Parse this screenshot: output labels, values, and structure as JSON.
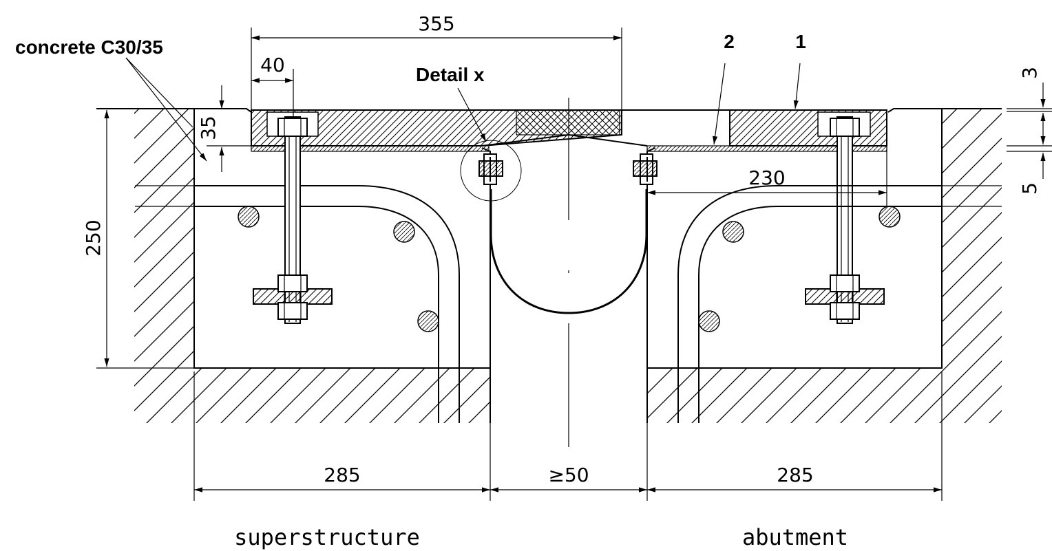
{
  "labels": {
    "concrete": "concrete C30/35",
    "detail": "Detail x",
    "item1": "1",
    "item2": "2",
    "superstructure": "superstructure",
    "abutment": "abutment"
  },
  "dimensions": {
    "d355": "355",
    "d40": "40",
    "d35": "35",
    "d250": "250",
    "d230": "230",
    "d3": "3",
    "d5": "5",
    "d285_left": "285",
    "d50": "≥50",
    "d285_right": "285"
  }
}
